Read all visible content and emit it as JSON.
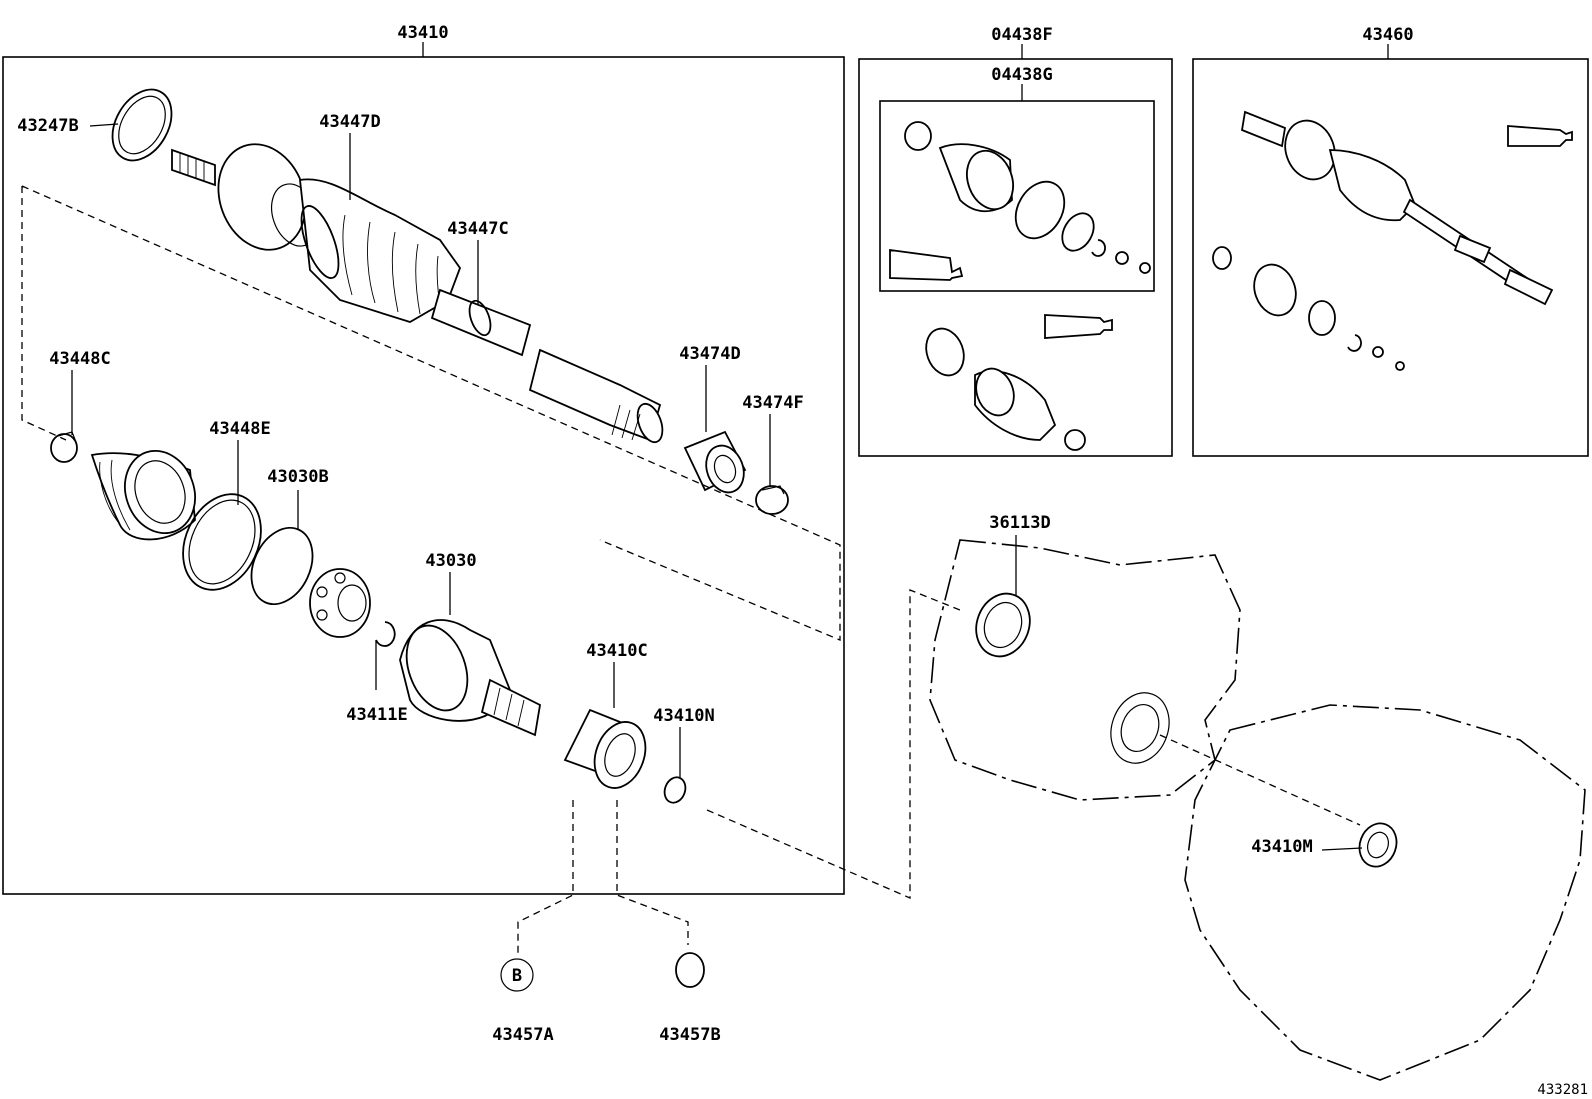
{
  "diagram": {
    "figure_id": "433281",
    "groups": {
      "main_assembly": "43410",
      "repair_kit_outer": "04438F",
      "repair_kit_inner": "04438G",
      "other_shaft": "43460"
    },
    "parts": {
      "p43247B": "43247B",
      "p43447D": "43447D",
      "p43447C": "43447C",
      "p43448C": "43448C",
      "p43448E": "43448E",
      "p43030B": "43030B",
      "p43474D": "43474D",
      "p43474F": "43474F",
      "p43030": "43030",
      "p43411E": "43411E",
      "p43410C": "43410C",
      "p43410N": "43410N",
      "p43457A": "43457A",
      "p43457B": "43457B",
      "p36113D": "36113D",
      "p43410M": "43410M"
    },
    "callout_b": "B"
  }
}
